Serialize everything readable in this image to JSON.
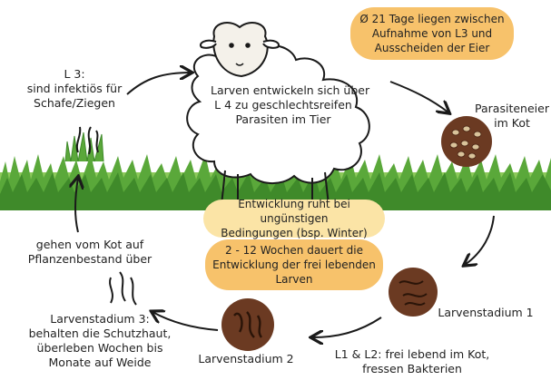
{
  "cycle": {
    "top_bubble": [
      "Ø 21 Tage liegen zwischen",
      "Aufnahme von L3 und",
      "Ausscheiden der Eier"
    ],
    "sheep_text": [
      "Larven entwickeln sich über",
      "L 4 zu geschlechtsreifen",
      "Parasiten im Tier"
    ],
    "eggs_label": [
      "Parasiteneier",
      "im Kot"
    ],
    "l3_label": [
      "L 3:",
      "sind infektiös für",
      "Schafe/Ziegen"
    ],
    "rest_bubble": [
      "Entwicklung ruht bei ungünstigen",
      "Bedingungen (bsp. Winter)"
    ],
    "dev_bubble": [
      "2 - 12 Wochen dauert die",
      "Entwicklung der frei lebenden",
      "Larven"
    ],
    "migrate_label": [
      "gehen vom Kot auf",
      "Pflanzenbestand über"
    ],
    "stage1_label": "Larvenstadium 1",
    "stage2_label": "Larvenstadium 2",
    "stage3_label": [
      "Larvenstadium 3:",
      "behalten die Schutzhaut,",
      "überleben Wochen bis",
      "Monate auf Weide"
    ],
    "l1l2_label": [
      "L1 & L2: frei lebend im Kot,",
      "fressen Bakterien"
    ]
  },
  "colors": {
    "bubble_orange": "#f7c26b",
    "bubble_yellow": "#fbe4a6",
    "grass": "#5aa83a",
    "feces": "#6b3a22",
    "arrow": "#1a1a1a"
  }
}
